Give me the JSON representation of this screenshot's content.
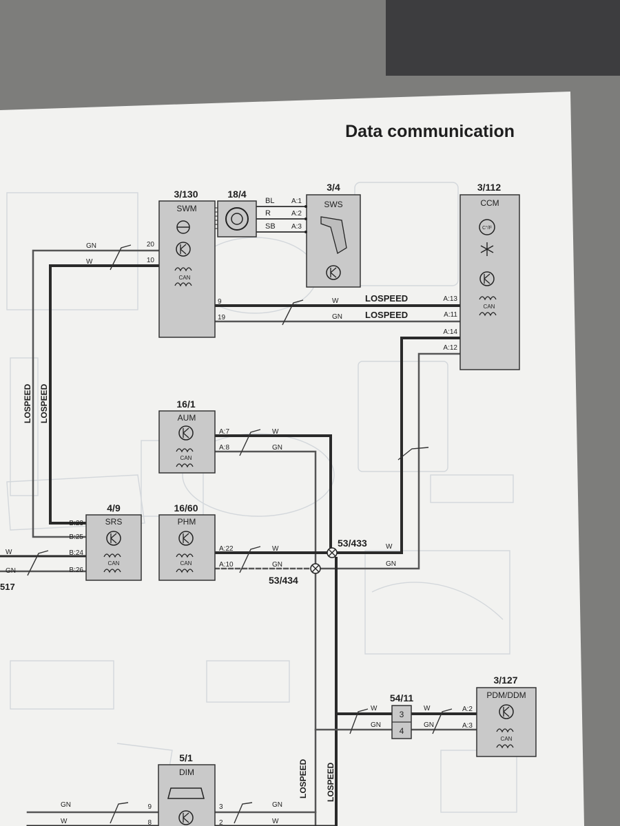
{
  "page": {
    "title": "Data communication"
  },
  "colors": {
    "paper": "#f2f2f0",
    "component_fill": "#c9c9c9",
    "wire_dark": "#2a2a2a",
    "wire_light": "#555555",
    "background": "#7d7d7b"
  },
  "components": {
    "swm": {
      "id": "3/130",
      "name": "SWM",
      "pin_top": "20",
      "pin_top2": "10",
      "pin_out1": "9",
      "pin_out2": "19",
      "can": "CAN"
    },
    "conn_18_4": {
      "id": "18/4"
    },
    "sws": {
      "id": "3/4",
      "name": "SWS",
      "pin1": "A:1",
      "pin2": "A:2",
      "pin3": "A:3",
      "wire1": "BL",
      "wire2": "R",
      "wire3": "SB"
    },
    "ccm": {
      "id": "3/112",
      "name": "CCM",
      "temp_icon": "C°/F",
      "can": "CAN",
      "pin_a13": "A:13",
      "pin_a11": "A:11",
      "pin_a14": "A:14",
      "pin_a12": "A:12"
    },
    "aum": {
      "id": "16/1",
      "name": "AUM",
      "pin_a7": "A:7",
      "pin_a8": "A:8",
      "can": "CAN"
    },
    "srs": {
      "id": "4/9",
      "name": "SRS",
      "pin_b23": "B:23",
      "pin_b25": "B:25",
      "pin_b24": "B:24",
      "pin_b26": "B:26",
      "can": "CAN"
    },
    "phm": {
      "id": "16/60",
      "name": "PHM",
      "pin_a22": "A:22",
      "pin_a10": "A:10",
      "can": "CAN"
    },
    "pdm": {
      "id": "3/127",
      "name": "PDM/DDM",
      "pin_a2": "A:2",
      "pin_a3": "A:3",
      "can": "CAN"
    },
    "conn_54_11": {
      "id": "54/11",
      "pin3": "3",
      "pin4": "4"
    },
    "dim": {
      "id": "5/1",
      "name": "DIM",
      "pin9": "9",
      "pin8": "8",
      "pin3": "3",
      "pin2": "2"
    }
  },
  "junctions": {
    "j433": "53/433",
    "j434": "53/434"
  },
  "wire_labels": {
    "gn": "GN",
    "w": "W",
    "lospeed": "LOSPEED",
    "edge_ref": "517"
  }
}
